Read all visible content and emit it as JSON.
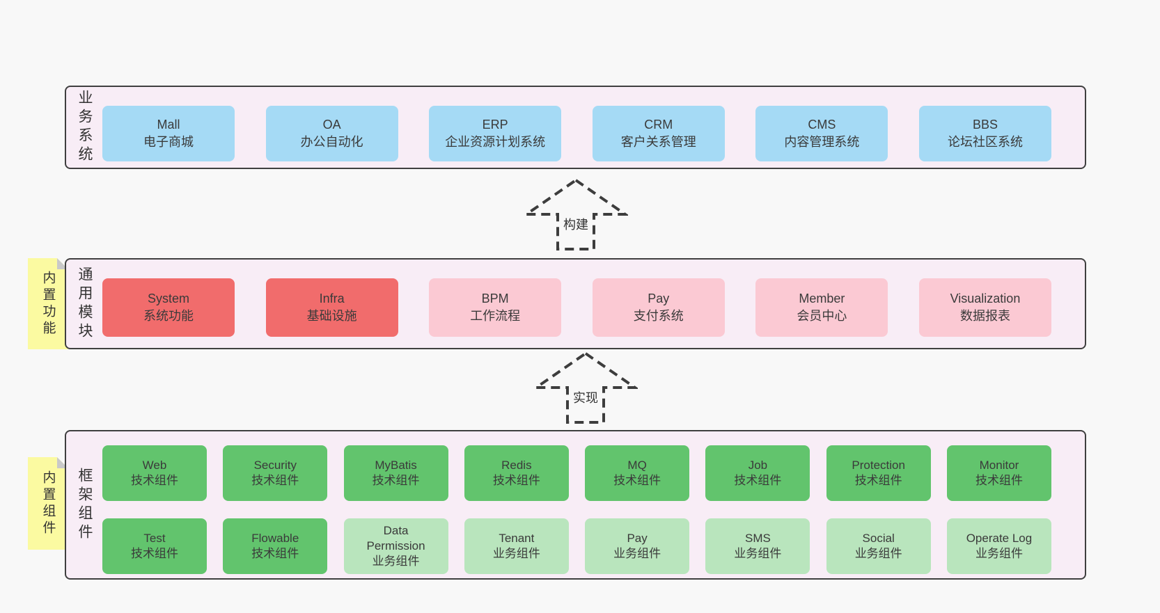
{
  "colors": {
    "page_bg": "#f8f8f8",
    "panel_bg": "#f8edf6",
    "panel_border": "#3f3f3f",
    "blue": "#a5daf5",
    "red": "#f16c6c",
    "pink": "#fbc9d3",
    "green": "#62c46d",
    "green_light": "#b9e5bd",
    "note_yellow": "#fbfaa1",
    "note_fold": "#c9c9c9",
    "arrow": "#3d3d3d",
    "text": "#3a3a3a"
  },
  "sections": {
    "business": {
      "label": "业务系统",
      "boxes": [
        {
          "name": "Mall",
          "desc": "电子商城"
        },
        {
          "name": "OA",
          "desc": "办公自动化"
        },
        {
          "name": "ERP",
          "desc": "企业资源计划系统"
        },
        {
          "name": "CRM",
          "desc": "客户关系管理"
        },
        {
          "name": "CMS",
          "desc": "内容管理系统"
        },
        {
          "name": "BBS",
          "desc": "论坛社区系统"
        }
      ]
    },
    "modules": {
      "label": "通用模块",
      "note": "内置功能",
      "boxes": [
        {
          "name": "System",
          "desc": "系统功能",
          "variant": "red"
        },
        {
          "name": "Infra",
          "desc": "基础设施",
          "variant": "red"
        },
        {
          "name": "BPM",
          "desc": "工作流程",
          "variant": "pink"
        },
        {
          "name": "Pay",
          "desc": "支付系统",
          "variant": "pink"
        },
        {
          "name": "Member",
          "desc": "会员中心",
          "variant": "pink"
        },
        {
          "name": "Visualization",
          "desc": "数据报表",
          "variant": "pink"
        }
      ]
    },
    "framework": {
      "label": "框架组件",
      "note": "内置组件",
      "row1": [
        {
          "name": "Web",
          "desc": "技术组件",
          "variant": "green"
        },
        {
          "name": "Security",
          "desc": "技术组件",
          "variant": "green"
        },
        {
          "name": "MyBatis",
          "desc": "技术组件",
          "variant": "green"
        },
        {
          "name": "Redis",
          "desc": "技术组件",
          "variant": "green"
        },
        {
          "name": "MQ",
          "desc": "技术组件",
          "variant": "green"
        },
        {
          "name": "Job",
          "desc": "技术组件",
          "variant": "green"
        },
        {
          "name": "Protection",
          "desc": "技术组件",
          "variant": "green"
        },
        {
          "name": "Monitor",
          "desc": "技术组件",
          "variant": "green"
        }
      ],
      "row2": [
        {
          "name": "Test",
          "desc": "技术组件",
          "variant": "green"
        },
        {
          "name": "Flowable",
          "desc": "技术组件",
          "variant": "green"
        },
        {
          "name": "Data Permission",
          "desc": "业务组件",
          "variant": "green-light"
        },
        {
          "name": "Tenant",
          "desc": "业务组件",
          "variant": "green-light"
        },
        {
          "name": "Pay",
          "desc": "业务组件",
          "variant": "green-light"
        },
        {
          "name": "SMS",
          "desc": "业务组件",
          "variant": "green-light"
        },
        {
          "name": "Social",
          "desc": "业务组件",
          "variant": "green-light"
        },
        {
          "name": "Operate Log",
          "desc": "业务组件",
          "variant": "green-light"
        }
      ]
    }
  },
  "arrows": [
    {
      "label": "构建"
    },
    {
      "label": "实现"
    }
  ]
}
